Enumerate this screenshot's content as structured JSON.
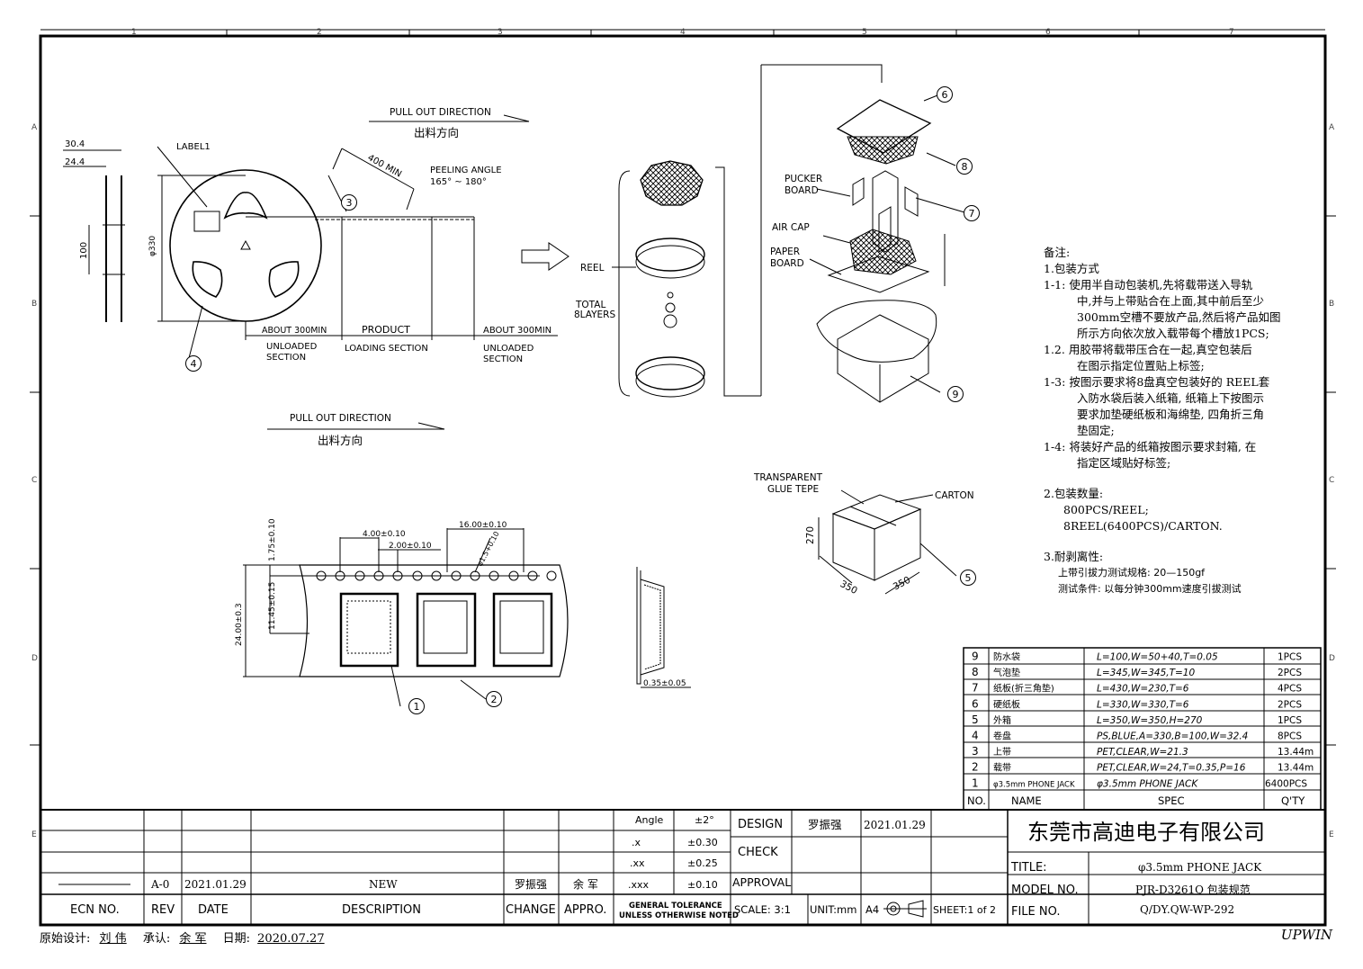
{
  "drawing": {
    "pull_out_label_en": "PULL OUT DIRECTION",
    "pull_out_label_cn": "出料方向",
    "label1": "LABEL1",
    "peeling_angle_label": "PEELING ANGLE",
    "peeling_angle_value": "165° ~ 180°",
    "min_length": "400 MIN",
    "dim_30_4": "30.4",
    "dim_24_4": "24.4",
    "dim_100": "100",
    "dim_phi330": "φ330",
    "about_300_left": "ABOUT 300MIN",
    "product_label": "PRODUCT",
    "about_300_right": "ABOUT 300MIN",
    "unloaded_left_1": "UNLOADED",
    "unloaded_left_2": "SECTION",
    "loading_section": "LOADING SECTION",
    "unloaded_right_1": "UNLOADED",
    "unloaded_right_2": "SECTION",
    "reel_label": "REEL",
    "total_1": "TOTAL",
    "total_2": "8LAYERS",
    "pucker_1": "PUCKER",
    "pucker_2": "BOARD",
    "air_cap": "AIR CAP",
    "paper_1": "PAPER",
    "paper_2": "BOARD",
    "transparent_1": "TRANSPARENT",
    "transparent_2": "GLUE TEPE",
    "carton_label": "CARTON",
    "carton_w": "350",
    "carton_d": "350",
    "carton_h": "270",
    "tape_4_00": "4.00±0.10",
    "tape_2_00": "2.00±0.10",
    "tape_16_00": "16.00±0.10",
    "tape_1_75": "1.75±0.10",
    "tape_11_45": "11.45±0.15",
    "tape_24_00": "24.00±0.3",
    "tape_hole": "φ1.5+0.10",
    "tape_thick": "0.35±0.05",
    "callouts": [
      "1",
      "2",
      "3",
      "4",
      "5",
      "6",
      "7",
      "8",
      "9"
    ]
  },
  "notes": {
    "title": "备注:",
    "s1": "1.包装方式",
    "l1a": "1-1: 使用半自动包装机,先将载带送入导轨",
    "l1b": "中,并与上带贴合在上面,其中前后至少",
    "l1c": "300mm空槽不要放产品,然后将产品如图",
    "l1d": "所示方向依次放入载带每个槽放1PCS;",
    "l2a": "1.2. 用胶带将载带压合在一起,真空包装后",
    "l2b": "在图示指定位置贴上标签;",
    "l3a": "1-3: 按图示要求将8盘真空包装好的 REEL套",
    "l3b": "入防水袋后装入纸箱, 纸箱上下按图示",
    "l3c": "要求加垫硬纸板和海绵垫, 四角折三角",
    "l3d": "垫固定;",
    "l4a": "1-4: 将装好产品的纸箱按图示要求封箱, 在",
    "l4b": "指定区域贴好标签;",
    "s2": "2.包装数量:",
    "q1": "800PCS/REEL;",
    "q2": "8REEL(6400PCS)/CARTON.",
    "s3": "3.耐剥离性:",
    "p1": "上带引拔力测试规格: 20—150gf",
    "p2": "测试条件: 以每分钟300mm速度引拔测试"
  },
  "bom": {
    "headers": [
      "NO.",
      "NAME",
      "SPEC",
      "Q'TY"
    ],
    "rows": [
      {
        "no": "9",
        "name": "防水袋",
        "spec": "L=100,W=50+40,T=0.05",
        "qty": "1PCS"
      },
      {
        "no": "8",
        "name": "气泡垫",
        "spec": "L=345,W=345,T=10",
        "qty": "2PCS"
      },
      {
        "no": "7",
        "name": "纸板(折三角垫)",
        "spec": "L=430,W=230,T=6",
        "qty": "4PCS"
      },
      {
        "no": "6",
        "name": "硬纸板",
        "spec": "L=330,W=330,T=6",
        "qty": "2PCS"
      },
      {
        "no": "5",
        "name": "外箱",
        "spec": "L=350,W=350,H=270",
        "qty": "1PCS"
      },
      {
        "no": "4",
        "name": "卷盘",
        "spec": "PS,BLUE,A=330,B=100,W=32.4",
        "qty": "8PCS"
      },
      {
        "no": "3",
        "name": "上带",
        "spec": "PET,CLEAR,W=21.3",
        "qty": "13.44m"
      },
      {
        "no": "2",
        "name": "载带",
        "spec": "PET,CLEAR,W=24,T=0.35,P=16",
        "qty": "13.44m"
      },
      {
        "no": "1",
        "name": "φ3.5mm PHONE JACK",
        "spec": "φ3.5mm PHONE JACK",
        "qty": "6400PCS"
      }
    ]
  },
  "titleblock": {
    "tol_angle_label": "Angle",
    "tol_angle": "±2°",
    "tol_x_label": ".x",
    "tol_x": "±0.30",
    "tol_xx_label": ".xx",
    "tol_xx": "±0.25",
    "tol_xxx_label": ".xxx",
    "tol_xxx": "±0.10",
    "tol_caption_1": "GENERAL TOLERANCE",
    "tol_caption_2": "UNLESS OTHERWISE NOTED",
    "design_label": "DESIGN",
    "design_name": "罗振强",
    "design_date": "2021.01.29",
    "check_label": "CHECK",
    "approval_label": "APPROVAL",
    "scale": "SCALE: 3:1",
    "unit": "UNIT:mm",
    "paper_size": "A4",
    "sheet": "SHEET:1 of 2",
    "company": "东莞市高迪电子有限公司",
    "title_label": "TITLE:",
    "title_value": "φ3.5mm PHONE JACK",
    "model_label": "MODEL NO.",
    "model_value": "PJR-D3261Q 包装规范",
    "file_label": "FILE NO.",
    "file_value": "Q/DY.QW-WP-292",
    "rev_row": {
      "rev": "A-0",
      "date": "2021.01.29",
      "desc": "NEW",
      "change": "罗振强",
      "appro": "余 军"
    },
    "hdr_ecn": "ECN NO.",
    "hdr_rev": "REV",
    "hdr_date": "DATE",
    "hdr_desc": "DESCRIPTION",
    "hdr_change": "CHANGE",
    "hdr_appro": "APPRO."
  },
  "footer": {
    "orig_label": "原始设计:",
    "orig_name": "刘 伟",
    "appr_label": "承认:",
    "appr_name": "余 军",
    "date_label": "日期:",
    "date_value": "2020.07.27",
    "brand": "UPWIN"
  },
  "border": {
    "cols": [
      "1",
      "2",
      "3",
      "4",
      "5",
      "6",
      "7"
    ],
    "rows": [
      "A",
      "B",
      "C",
      "D",
      "E"
    ]
  }
}
